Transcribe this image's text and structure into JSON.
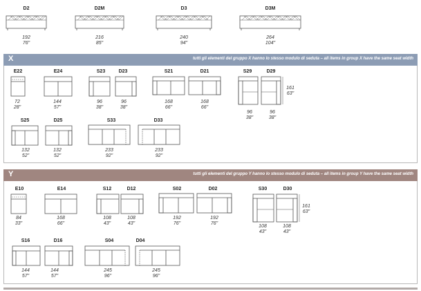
{
  "colors": {
    "band_x": "#8c9cb4",
    "band_y": "#a08680",
    "divider": "#b2aaa8"
  },
  "top_models": [
    {
      "code": "D2",
      "dim_cm": "192",
      "dim_in": "76\""
    },
    {
      "code": "D2M",
      "dim_cm": "216",
      "dim_in": "85\""
    },
    {
      "code": "D3",
      "dim_cm": "240",
      "dim_in": "94\""
    },
    {
      "code": "D3M",
      "dim_cm": "264",
      "dim_in": "104\""
    }
  ],
  "group_x": {
    "letter": "X",
    "note": "tutti gli elementi del gruppo X hanno lo stesso modulo di seduta  –  all items in group X have the same seat width",
    "row1": [
      {
        "code": "E22",
        "dim_cm": "72",
        "dim_in": "28\""
      },
      {
        "code": "E24",
        "dim_cm": "144",
        "dim_in": "57\""
      },
      {
        "code": "S23",
        "dim_cm": "96",
        "dim_in": "38\""
      },
      {
        "code": "D23",
        "dim_cm": "96",
        "dim_in": "38\""
      },
      {
        "code": "S21",
        "dim_cm": "168",
        "dim_in": "66\""
      },
      {
        "code": "D21",
        "dim_cm": "168",
        "dim_in": "66\""
      },
      {
        "code": "S29",
        "dim_cm": "96",
        "dim_in": "38\""
      },
      {
        "code": "D29",
        "dim_cm": "96",
        "dim_in": "38\""
      }
    ],
    "depth": {
      "cm": "161",
      "in": "63\""
    },
    "row2": [
      {
        "code": "S25",
        "dim_cm": "132",
        "dim_in": "52\""
      },
      {
        "code": "D25",
        "dim_cm": "132",
        "dim_in": "52\""
      },
      {
        "code": "S33",
        "dim_cm": "233",
        "dim_in": "92\""
      },
      {
        "code": "D33",
        "dim_cm": "233",
        "dim_in": "92\""
      }
    ]
  },
  "group_y": {
    "letter": "Y",
    "note": "tutti gli elementi del gruppo Y hanno lo stesso modulo di seduta  –  all items in group Y have the same seat width",
    "row1": [
      {
        "code": "E10",
        "dim_cm": "84",
        "dim_in": "33\""
      },
      {
        "code": "E14",
        "dim_cm": "168",
        "dim_in": "66\""
      },
      {
        "code": "S12",
        "dim_cm": "108",
        "dim_in": "43\""
      },
      {
        "code": "D12",
        "dim_cm": "108",
        "dim_in": "43\""
      },
      {
        "code": "S02",
        "dim_cm": "192",
        "dim_in": "76\""
      },
      {
        "code": "D02",
        "dim_cm": "192",
        "dim_in": "76\""
      },
      {
        "code": "S30",
        "dim_cm": "108",
        "dim_in": "43\""
      },
      {
        "code": "D30",
        "dim_cm": "108",
        "dim_in": "43\""
      }
    ],
    "depth": {
      "cm": "161",
      "in": "63\""
    },
    "row2": [
      {
        "code": "S16",
        "dim_cm": "144",
        "dim_in": "57\""
      },
      {
        "code": "D16",
        "dim_cm": "144",
        "dim_in": "57\""
      },
      {
        "code": "S04",
        "dim_cm": "245",
        "dim_in": "96\""
      },
      {
        "code": "D04",
        "dim_cm": "245",
        "dim_in": "96\""
      }
    ]
  }
}
